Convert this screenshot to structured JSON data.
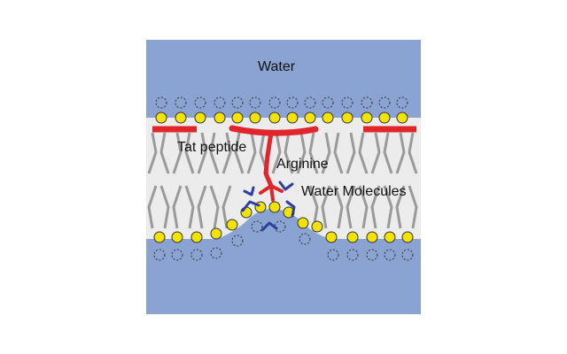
{
  "labels": {
    "water": "Water",
    "tat_peptide": "Tat peptide",
    "arginine": "Arginine",
    "water_molecules": "Water Molecules"
  },
  "colors": {
    "water_bg": "#8aa3d2",
    "membrane": "#ececec",
    "lipid_tail": "#9a9a9a",
    "head_group": "#f2e400",
    "head_outline": "#333333",
    "peptide": "#e0252b",
    "water_molecule": "#2c3f9c"
  },
  "icons": {
    "lipid_headgroup": "yellow-circle",
    "displaced_headgroup": "dashed-circle",
    "water_molecule": "bent-v-glyph"
  }
}
